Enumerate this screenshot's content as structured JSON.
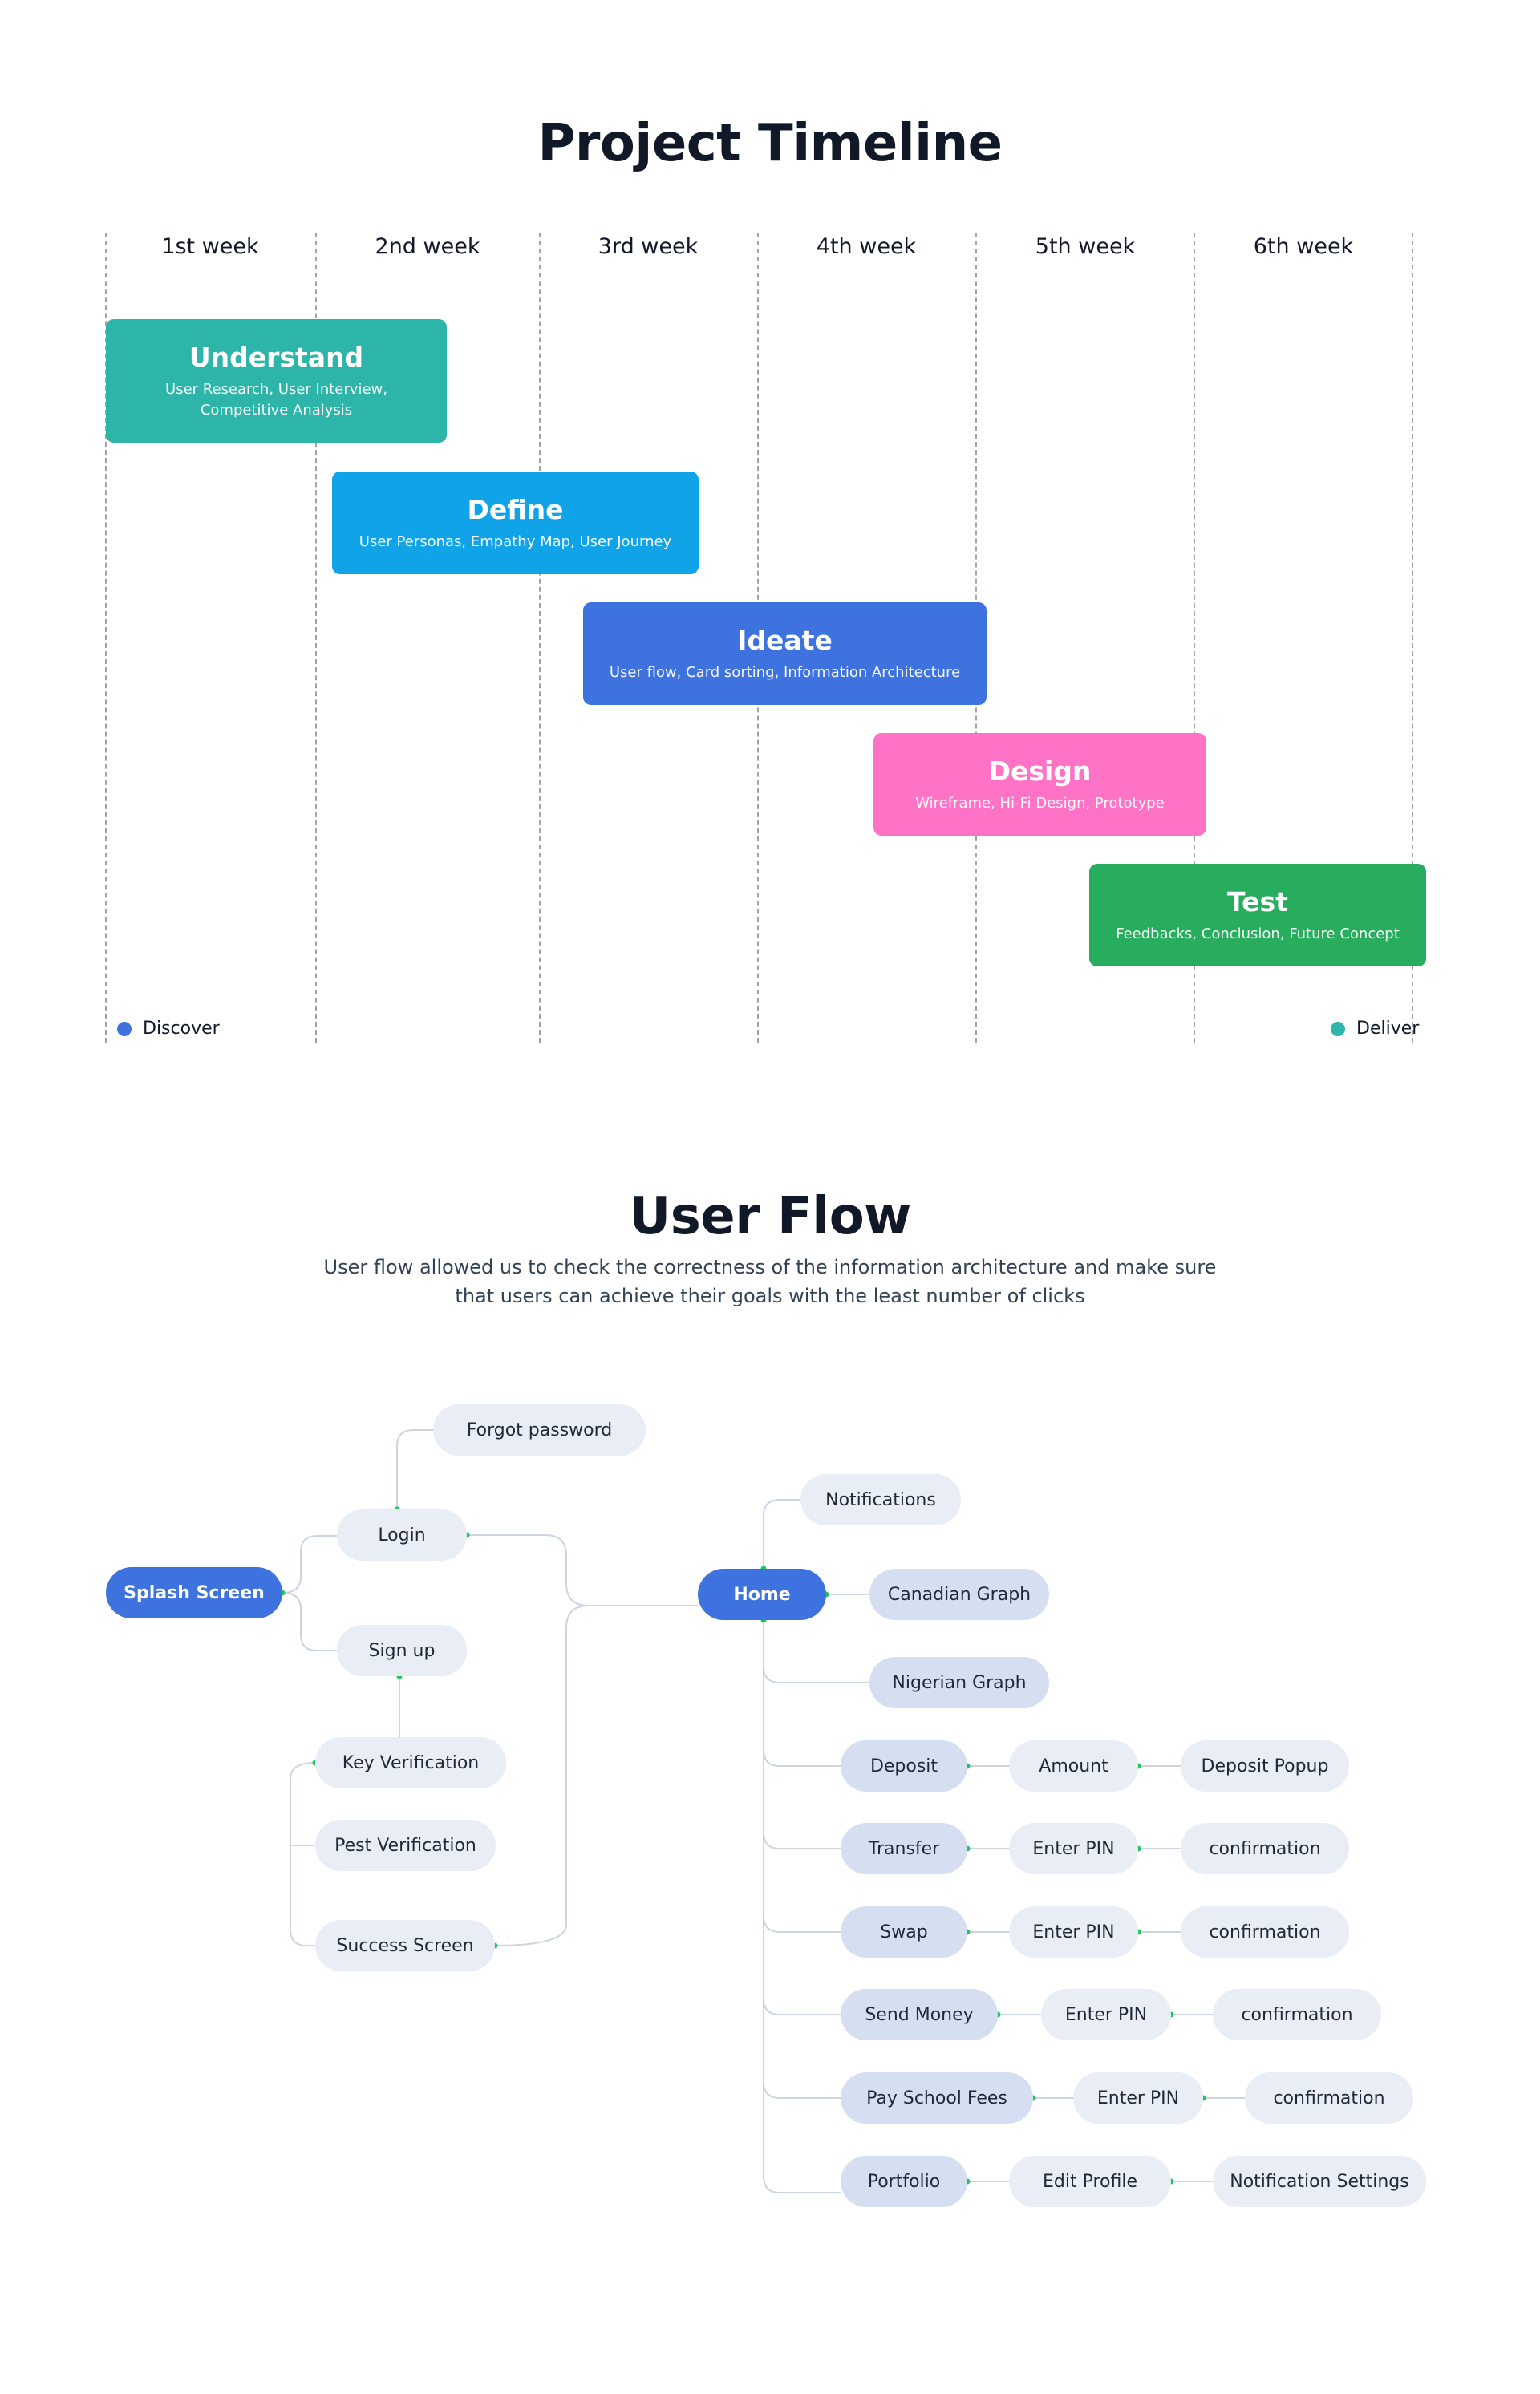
{
  "timeline": {
    "title": "Project Timeline",
    "weeks": [
      "1st week",
      "2nd week",
      "3rd week",
      "4th week",
      "5th week",
      "6th week"
    ],
    "phases": {
      "understand": {
        "title": "Understand",
        "subtitle": "User Research, User Interview, Competitive Analysis",
        "color": "#2cb5a8"
      },
      "define": {
        "title": "Define",
        "subtitle": "User Personas, Empathy Map, User Journey",
        "color": "#10a3e8"
      },
      "ideate": {
        "title": "Ideate",
        "subtitle": "User flow, Card sorting, Information Architecture",
        "color": "#3d72df"
      },
      "design": {
        "title": "Design",
        "subtitle": "Wireframe, Hi-Fi Design, Prototype",
        "color": "#ff73c7"
      },
      "test": {
        "title": "Test",
        "subtitle": "Feedbacks, Conclusion, Future Concept",
        "color": "#28ad5e"
      }
    },
    "legend": {
      "discover": {
        "label": "Discover",
        "color": "#3d72df"
      },
      "deliver": {
        "label": "Deliver",
        "color": "#2cb5a8"
      }
    }
  },
  "userflow": {
    "title": "User Flow",
    "description_line1": "User flow allowed us to check the correctness of the information architecture and make sure",
    "description_line2": "that users can achieve their goals with the least number of clicks",
    "nodes": {
      "splash": "Splash Screen",
      "forgot": "Forgot password",
      "login": "Login",
      "signup": "Sign up",
      "keyver": "Key Verification",
      "pestver": "Pest Verification",
      "success": "Success Screen",
      "home": "Home",
      "notifications": "Notifications",
      "canadian": "Canadian Graph",
      "nigerian": "Nigerian Graph",
      "deposit": "Deposit",
      "amount": "Amount",
      "deposit_popup": "Deposit Popup",
      "transfer": "Transfer",
      "transfer_pin": "Enter PIN",
      "transfer_confirm": "confirmation",
      "swap": "Swap",
      "swap_pin": "Enter PIN",
      "swap_confirm": "confirmation",
      "send": "Send Money",
      "send_pin": "Enter PIN",
      "send_confirm": "confirmation",
      "school": "Pay School Fees",
      "school_pin": "Enter PIN",
      "school_confirm": "confirmation",
      "portfolio": "Portfolio",
      "edit_profile": "Edit Profile",
      "notif_settings": "Notification Settings"
    },
    "connector_color": "#cbd5e1",
    "dot_color": "#22c55e"
  }
}
